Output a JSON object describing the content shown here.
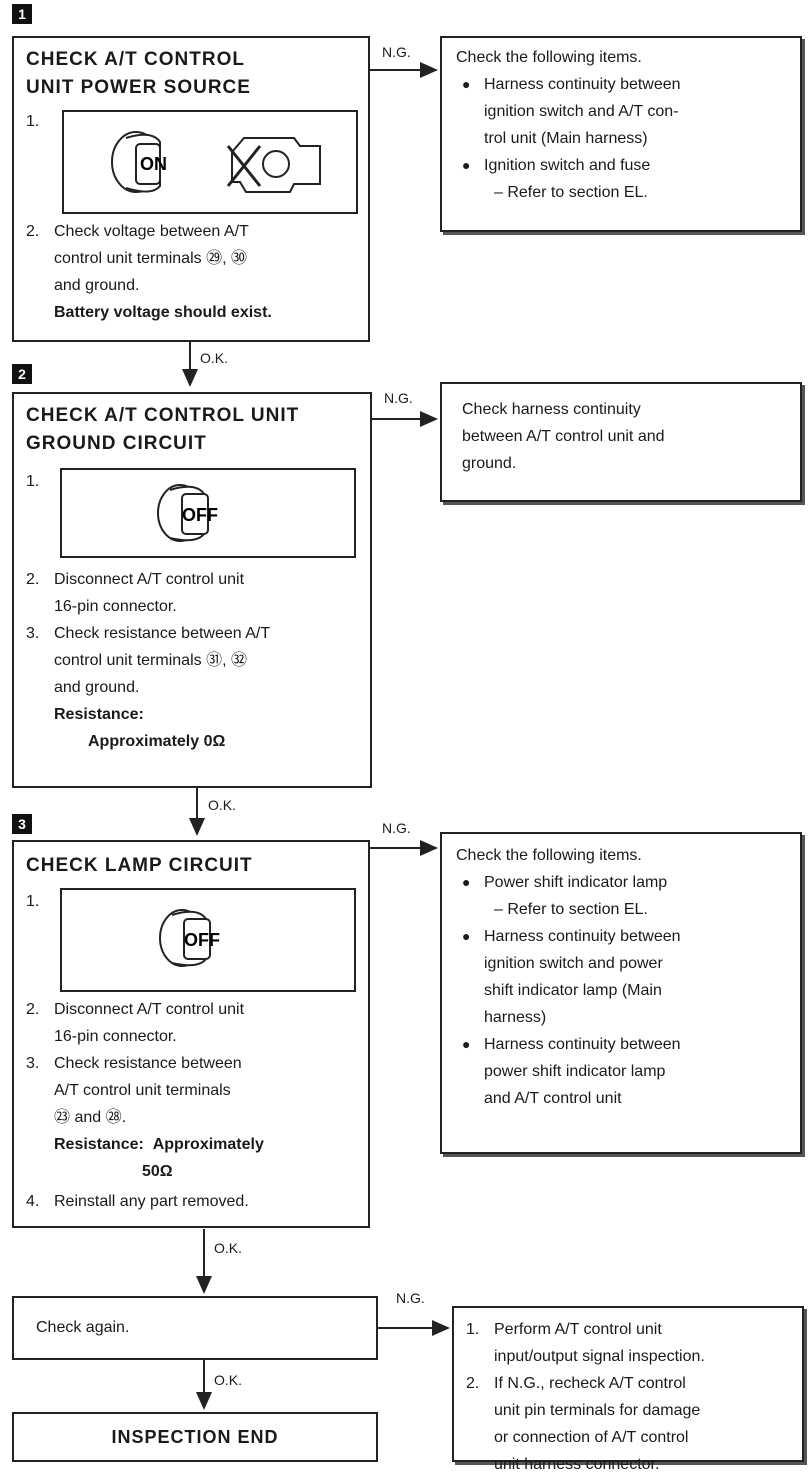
{
  "steps": [
    {
      "num": "1",
      "title_line1": "CHECK A/T CONTROL",
      "title_line2": "UNIT POWER SOURCE",
      "fig_label": "ON",
      "items": [
        {
          "n": "1.",
          "lines": []
        },
        {
          "n": "2.",
          "lines": [
            "Check voltage between A/T",
            "control unit terminals ㉙, ㉚",
            "and ground."
          ],
          "bold": "Battery voltage should exist."
        }
      ],
      "ng_label": "N.G.",
      "ok_label": "O.K.",
      "ng_box": {
        "heading": "Check the following items.",
        "bullets": [
          [
            "Harness continuity between",
            "ignition switch and A/T con-",
            "trol unit (Main harness)"
          ],
          [
            "Ignition switch and fuse",
            "– Refer to section EL."
          ]
        ]
      }
    },
    {
      "num": "2",
      "title_line1": "CHECK A/T CONTROL UNIT",
      "title_line2": "GROUND CIRCUIT",
      "fig_label": "OFF",
      "items": [
        {
          "n": "1.",
          "lines": []
        },
        {
          "n": "2.",
          "lines": [
            "Disconnect A/T control unit",
            "16-pin connector."
          ]
        },
        {
          "n": "3.",
          "lines": [
            "Check resistance between A/T",
            "control unit terminals ㉛, ㉜",
            "and ground."
          ],
          "bold_label": "Resistance:",
          "bold_value": "Approximately 0Ω"
        }
      ],
      "ng_label": "N.G.",
      "ok_label": "O.K.",
      "ng_box": {
        "lines": [
          "Check harness continuity",
          "between A/T control unit and",
          "ground."
        ]
      }
    },
    {
      "num": "3",
      "title_line1": "CHECK LAMP CIRCUIT",
      "fig_label": "OFF",
      "items": [
        {
          "n": "1.",
          "lines": []
        },
        {
          "n": "2.",
          "lines": [
            "Disconnect A/T control unit",
            "16-pin connector."
          ]
        },
        {
          "n": "3.",
          "lines": [
            "Check resistance between",
            "A/T control unit terminals",
            "㉓ and ㉘."
          ],
          "bold_label": "Resistance:",
          "bold_value": "Approximately",
          "bold_value2": "50Ω"
        },
        {
          "n": "4.",
          "lines": [
            "Reinstall any part removed."
          ]
        }
      ],
      "ng_label": "N.G.",
      "ok_label": "O.K.",
      "ng_box": {
        "heading": "Check the following items.",
        "bullets": [
          [
            "Power shift indicator lamp",
            "– Refer to section EL."
          ],
          [
            "Harness continuity between",
            "ignition switch and power",
            "shift indicator lamp (Main",
            "harness)"
          ],
          [
            "Harness continuity between",
            "power shift indicator lamp",
            "and A/T control unit"
          ]
        ]
      }
    }
  ],
  "check_again": {
    "label": "Check again.",
    "ng_label": "N.G.",
    "ok_label": "O.K.",
    "ng_box": {
      "items": [
        {
          "n": "1.",
          "lines": [
            "Perform A/T control unit",
            "input/output signal inspection."
          ]
        },
        {
          "n": "2.",
          "lines": [
            "If N.G., recheck A/T control",
            "unit pin terminals for damage",
            "or connection of A/T control",
            "unit harness connector."
          ]
        }
      ]
    }
  },
  "end_label": "INSPECTION END"
}
